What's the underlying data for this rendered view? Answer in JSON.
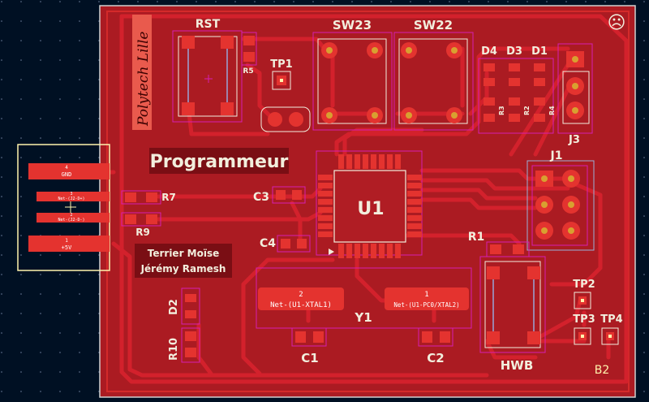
{
  "board": {
    "colors": {
      "background": "#001023",
      "copper": "#b01d24",
      "track": "#d3212c",
      "pad": "#e4332f",
      "silk": "#f2eedd",
      "courtyard": "#d61fb2",
      "fab": "#fff3ad",
      "edge": "#d0d0d0"
    },
    "smiley": "☹",
    "title": "Programmeur",
    "school": "Polytech Lille",
    "authors": [
      "Terrier Moïse",
      "Jérémy Ramesh"
    ],
    "refs": {
      "RST": "RST",
      "SW23": "SW23",
      "SW22": "SW22",
      "TP1": "TP1",
      "R5": "R5",
      "D4": "D4",
      "D3": "D3",
      "D1": "D1",
      "R3": "R3",
      "R2": "R2",
      "R4": "R4",
      "J3": "J3",
      "J1": "J1",
      "C3": "C3",
      "C4": "C4",
      "U1": "U1",
      "R7": "R7",
      "R9": "R9",
      "R1": "R1",
      "TP2": "TP2",
      "TP3": "TP3",
      "TP4": "TP4",
      "Y1": "Y1",
      "C1": "C1",
      "C2": "C2",
      "D2": "D2",
      "R10": "R10",
      "HWB": "HWB",
      "B2": "B2"
    },
    "usb": {
      "pin4_num": "4",
      "pin4_net": "GND",
      "pin3_num": "3",
      "pin3_net": "Net-(J2-D+)",
      "pin2_num": "2",
      "pin2_net": "Net-(J2-D-)",
      "pin1_num": "1",
      "pin1_net": "+5V"
    },
    "crystal": {
      "pin2_num": "2",
      "pin2_net": "Net-(U1-XTAL1)",
      "pin1_num": "1",
      "pin1_net": "Net-(U1-PC0/XTAL2)"
    }
  }
}
